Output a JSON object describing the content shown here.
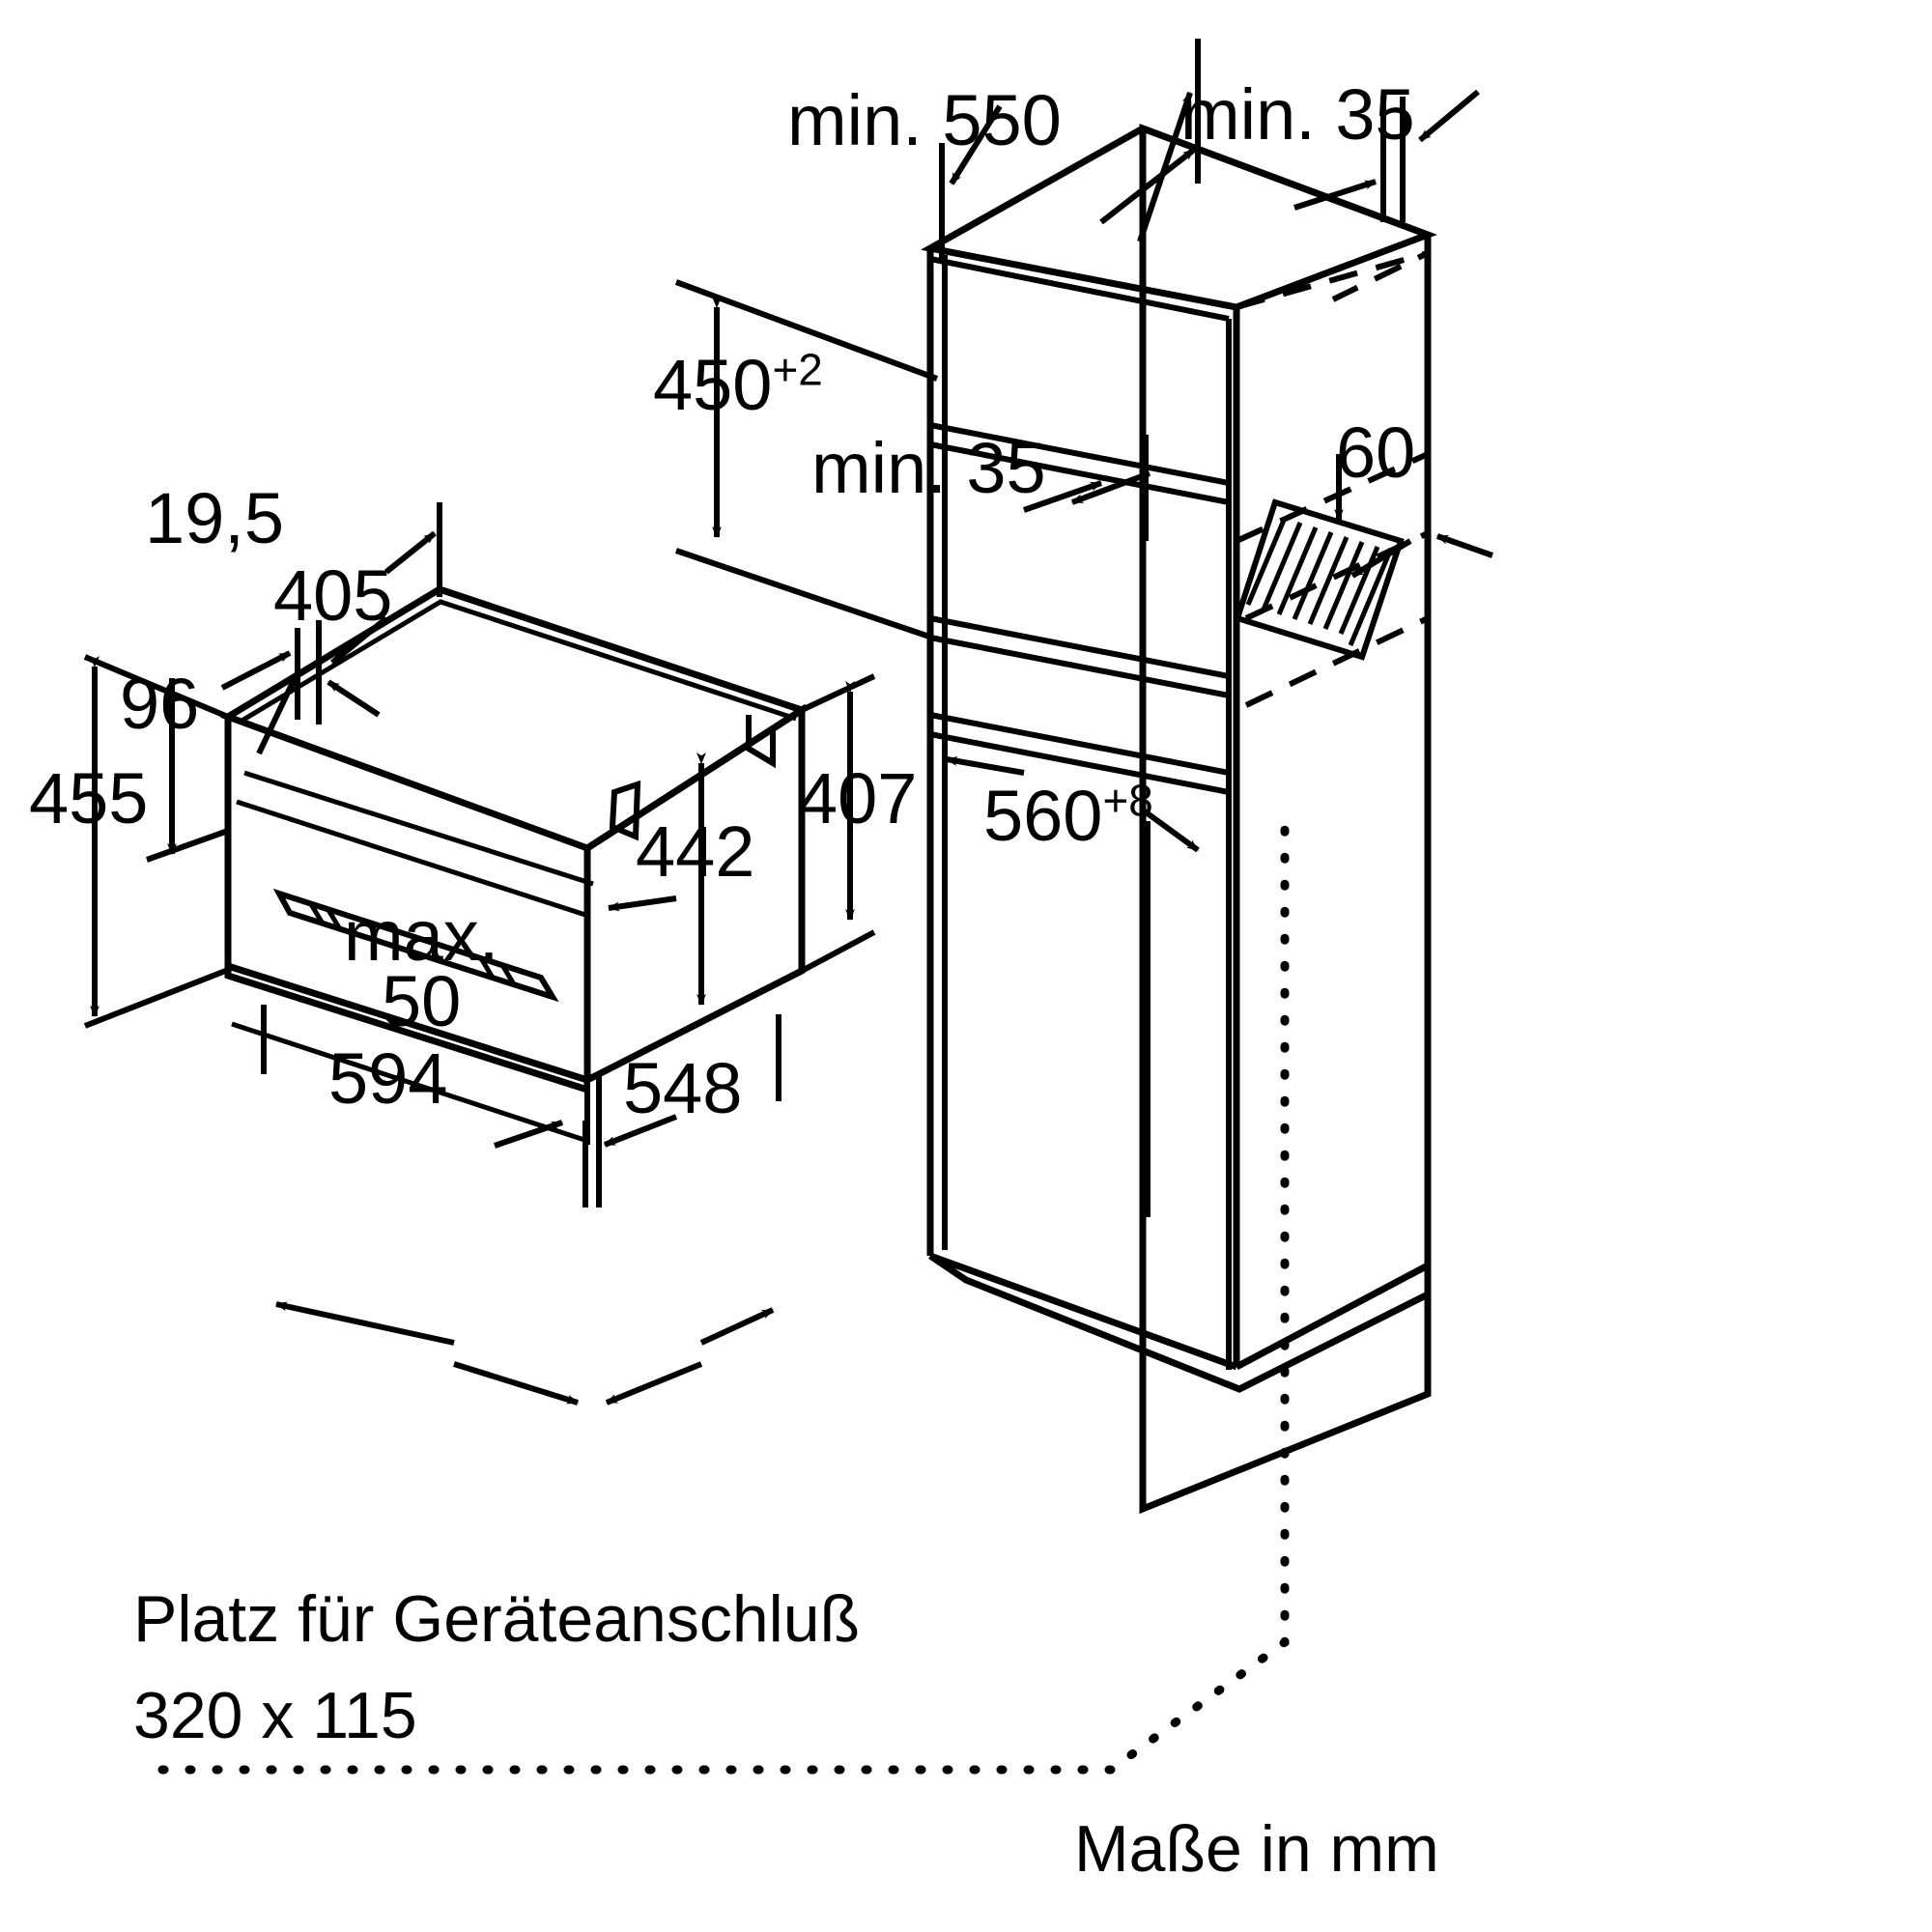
{
  "diagram": {
    "title_kind": "appliance-installation-dimension-drawing",
    "units_note": "Maße in mm",
    "connection_note_line1": "Platz für Geräteanschluß",
    "connection_note_line2": "320 x 115"
  },
  "appliance": {
    "name": "built-in-compact-oven",
    "dimensions": {
      "front_panel_offset": "19,5",
      "top_depth_front": "405",
      "front_height_upper": "96",
      "overall_height": "455",
      "body_height": "407",
      "inner_height": "442",
      "door_gap_label": "max.",
      "door_gap_value": "50",
      "overall_width": "594",
      "body_depth": "548"
    }
  },
  "cabinet": {
    "name": "installation-niche",
    "dimensions": {
      "niche_depth": "min. 550",
      "top_clearance": "min. 35",
      "niche_height": "450",
      "niche_height_tolerance": "+2",
      "rear_clearance": "min. 35",
      "rear_cutout": "60",
      "niche_width": "560",
      "niche_width_tolerance": "+8"
    }
  },
  "labels": {
    "min_550": "min. 550",
    "min_35_top": "min. 35",
    "min_35_mid": "min. 35",
    "h450": "450",
    "h450_tol": "+2",
    "d60": "60",
    "w560": "560",
    "w560_tol": "+8",
    "v195": "19,5",
    "v405": "405",
    "v96": "96",
    "v455": "455",
    "v407": "407",
    "v442": "442",
    "v_max": "max.",
    "v50": "50",
    "v594": "594",
    "v548": "548",
    "note1": "Platz für Geräteanschluß",
    "note2": "320 x 115",
    "units": "Maße in mm"
  },
  "colors": {
    "line": "#000000",
    "background": "#ffffff"
  }
}
